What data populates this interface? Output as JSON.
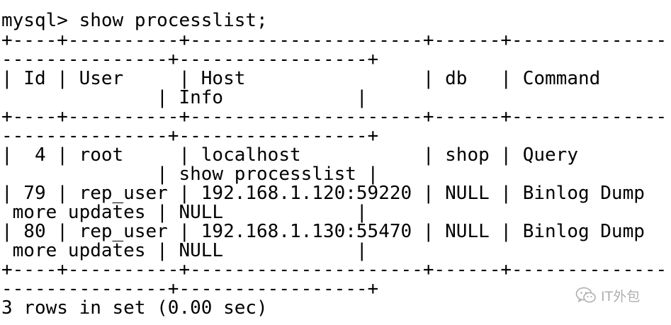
{
  "terminal": {
    "lines": [
      "mysql> show processlist;",
      "+----+----------+---------------------+------+--------------",
      "---------------+-----------------+",
      "| Id | User     | Host                | db   | Command",
      "              | Info            |",
      "+----+----------+---------------------+------+--------------",
      "---------------+-----------------+",
      "|  4 | root     | localhost           | shop | Query",
      "              | show processlist |",
      "| 79 | rep_user | 192.168.1.120:59220 | NULL | Binlog Dump",
      " more updates | NULL            |",
      "| 80 | rep_user | 192.168.1.130:55470 | NULL | Binlog Dump",
      " more updates | NULL            |",
      "+----+----------+---------------------+------+--------------",
      "---------------+-----------------+",
      "3 rows in set (0.00 sec)"
    ]
  },
  "watermark": {
    "text": "IT外包",
    "icon": "wechat-icon",
    "color": "#7a7a7a"
  }
}
